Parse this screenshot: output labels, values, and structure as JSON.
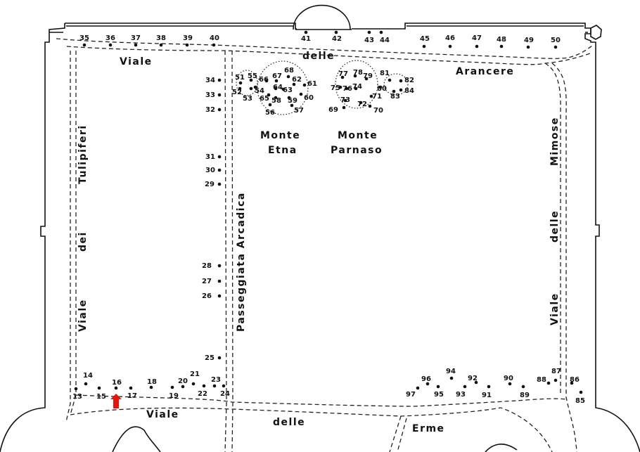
{
  "labels": {
    "viale_delle_arancere": [
      "Viale",
      "delle",
      "Arancere"
    ],
    "viale_dei_tulipiferi": [
      "Viale",
      "dei",
      "Tulipiferi"
    ],
    "passeggiata_arcadica": "Passeggiata Arcadica",
    "viale_delle_mimose": [
      "Viale",
      "delle",
      "Mimose"
    ],
    "viale_delle_erme": [
      "Viale",
      "delle",
      "Erme"
    ],
    "monte_etna": [
      "Monte",
      "Etna"
    ],
    "monte_parnaso": [
      "Monte",
      "Parnaso"
    ]
  },
  "markers": [
    {
      "n": "13"
    },
    {
      "n": "14"
    },
    {
      "n": "15"
    },
    {
      "n": "16"
    },
    {
      "n": "17"
    },
    {
      "n": "18"
    },
    {
      "n": "19"
    },
    {
      "n": "20"
    },
    {
      "n": "21"
    },
    {
      "n": "22"
    },
    {
      "n": "23"
    },
    {
      "n": "24"
    },
    {
      "n": "25"
    },
    {
      "n": "26"
    },
    {
      "n": "27"
    },
    {
      "n": "28"
    },
    {
      "n": "29"
    },
    {
      "n": "30"
    },
    {
      "n": "31"
    },
    {
      "n": "32"
    },
    {
      "n": "33"
    },
    {
      "n": "34"
    },
    {
      "n": "35"
    },
    {
      "n": "36"
    },
    {
      "n": "37"
    },
    {
      "n": "38"
    },
    {
      "n": "39"
    },
    {
      "n": "40"
    },
    {
      "n": "41"
    },
    {
      "n": "42"
    },
    {
      "n": "43"
    },
    {
      "n": "44"
    },
    {
      "n": "45"
    },
    {
      "n": "46"
    },
    {
      "n": "47"
    },
    {
      "n": "48"
    },
    {
      "n": "49"
    },
    {
      "n": "50"
    },
    {
      "n": "51"
    },
    {
      "n": "52"
    },
    {
      "n": "53"
    },
    {
      "n": "54"
    },
    {
      "n": "55"
    },
    {
      "n": "56"
    },
    {
      "n": "57"
    },
    {
      "n": "58"
    },
    {
      "n": "59"
    },
    {
      "n": "60"
    },
    {
      "n": "61"
    },
    {
      "n": "62"
    },
    {
      "n": "63"
    },
    {
      "n": "64"
    },
    {
      "n": "65"
    },
    {
      "n": "66"
    },
    {
      "n": "67"
    },
    {
      "n": "68"
    },
    {
      "n": "69"
    },
    {
      "n": "70"
    },
    {
      "n": "71"
    },
    {
      "n": "72"
    },
    {
      "n": "73"
    },
    {
      "n": "74"
    },
    {
      "n": "75"
    },
    {
      "n": "76"
    },
    {
      "n": "77"
    },
    {
      "n": "78"
    },
    {
      "n": "79"
    },
    {
      "n": "80"
    },
    {
      "n": "81"
    },
    {
      "n": "82"
    },
    {
      "n": "83"
    },
    {
      "n": "84"
    },
    {
      "n": "85"
    },
    {
      "n": "86"
    },
    {
      "n": "87"
    },
    {
      "n": "88"
    },
    {
      "n": "89"
    },
    {
      "n": "90"
    },
    {
      "n": "91"
    },
    {
      "n": "92"
    },
    {
      "n": "93"
    },
    {
      "n": "94"
    },
    {
      "n": "95"
    },
    {
      "n": "96"
    },
    {
      "n": "97"
    }
  ],
  "highlight": {
    "marker": "16",
    "color": "#e8140c"
  }
}
